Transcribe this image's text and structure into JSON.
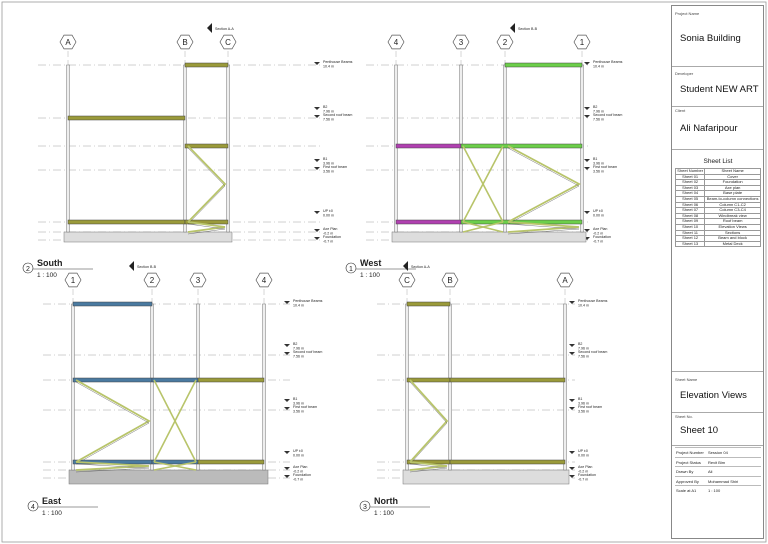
{
  "title_block": {
    "project_name_label": "Project Name",
    "project_name": "Sonia Building",
    "developer_label": "Developer",
    "developer": "Student NEW ART",
    "client_label": "Client",
    "client": "Ali Nafaripour",
    "sheet_list_title": "Sheet List",
    "sheet_list_headers": [
      "Sheet Number",
      "Sheet Name"
    ],
    "sheet_list": [
      [
        "Sheet 01",
        "Cover"
      ],
      [
        "Sheet 02",
        "Foundation"
      ],
      [
        "Sheet 03",
        "Axe plan"
      ],
      [
        "Sheet 04",
        "Base plate"
      ],
      [
        "Sheet 05",
        "Beam-to-column connections"
      ],
      [
        "Sheet 06",
        "Column C1-C2"
      ],
      [
        "Sheet 07",
        "Column C3-C4"
      ],
      [
        "Sheet 08",
        "Windbreak view"
      ],
      [
        "Sheet 09",
        "Roof beam"
      ],
      [
        "Sheet 10",
        "Elevation Views"
      ],
      [
        "Sheet 11",
        "Sections"
      ],
      [
        "Sheet 12",
        "Beam and block"
      ],
      [
        "Sheet 13",
        "Metal Deck"
      ]
    ],
    "sheet_name_label": "Sheet Name",
    "sheet_name": "Elevation Views",
    "sheet_no_label": "Sheet No.",
    "sheet_no": "Sheet 10",
    "meta": [
      [
        "Project Number",
        "Session 04"
      ],
      [
        "Project Status",
        "Revit Bim"
      ],
      [
        "Drawn By",
        "Ali"
      ],
      [
        "Approved By",
        "Mohammad Shiri"
      ],
      [
        "Scale at A1",
        "1 : 100"
      ]
    ]
  },
  "views": [
    {
      "id": "south",
      "number": "2",
      "name": "South",
      "scale": "1 : 100",
      "section": "Section A-A",
      "grids": [
        "A",
        "B",
        "C"
      ]
    },
    {
      "id": "west",
      "number": "1",
      "name": "West",
      "scale": "1 : 100",
      "section": "Section B-B",
      "grids": [
        "4",
        "3",
        "2",
        "1"
      ]
    },
    {
      "id": "east",
      "number": "4",
      "name": "East",
      "scale": "1 : 100",
      "section": "Section B-B",
      "grids": [
        "1",
        "2",
        "3",
        "4"
      ]
    },
    {
      "id": "north",
      "number": "3",
      "name": "North",
      "scale": "1 : 100",
      "section": "Section A-A",
      "grids": [
        "C",
        "B",
        "A"
      ]
    }
  ],
  "levels": [
    {
      "name": "Penthouse Beams",
      "elev": "10.4 m"
    },
    {
      "name": "B2",
      "elev": "7.96 m"
    },
    {
      "name": "Second roof beam",
      "elev": "7.56 m"
    },
    {
      "name": "B1",
      "elev": "3.96 m"
    },
    {
      "name": "First roof beam",
      "elev": "3.56 m"
    },
    {
      "name": "UP ±0",
      "elev": "0.00 m"
    },
    {
      "name": "Axe Plan",
      "elev": "-0.2 m"
    },
    {
      "name": "Foundation",
      "elev": "-0.7 m"
    }
  ],
  "colors": {
    "beam_olive": "#9a9a3a",
    "beam_green": "#6ccf4a",
    "beam_magenta": "#b040b0",
    "brace": "#b8c46a",
    "beam_blue": "#4a7aa0",
    "line": "#555555"
  }
}
